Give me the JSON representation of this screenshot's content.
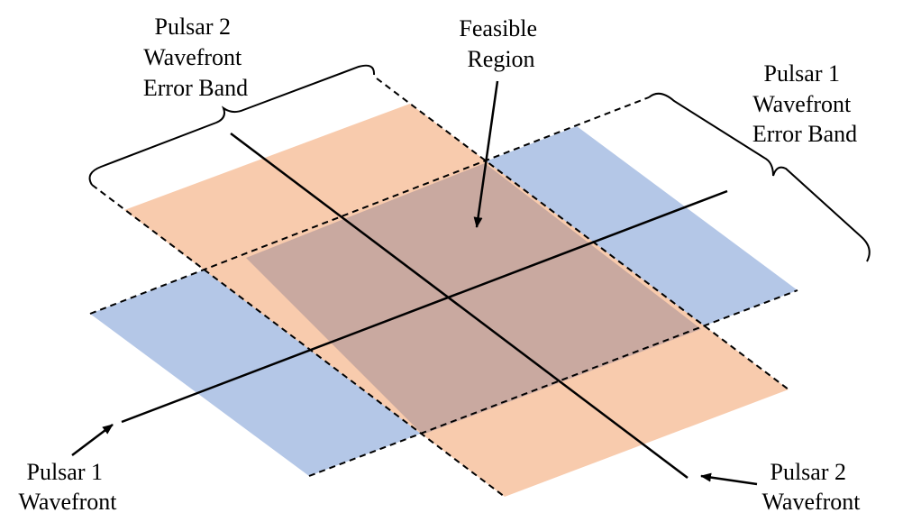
{
  "colors": {
    "pulsar1_band": "#b4c7e7",
    "pulsar2_band": "#f8cbad",
    "feasible_region": "#c9a9a0",
    "lines": "#000000"
  },
  "labels": {
    "pulsar2_band": [
      "Pulsar 2",
      "Wavefront",
      "Error Band"
    ],
    "feasible_region": [
      "Feasible",
      "Region"
    ],
    "pulsar1_band": [
      "Pulsar 1",
      "Wavefront",
      "Error Band"
    ],
    "pulsar1_wavefront": [
      "Pulsar 1",
      "Wavefront"
    ],
    "pulsar2_wavefront": [
      "Pulsar 2",
      "Wavefront"
    ]
  }
}
